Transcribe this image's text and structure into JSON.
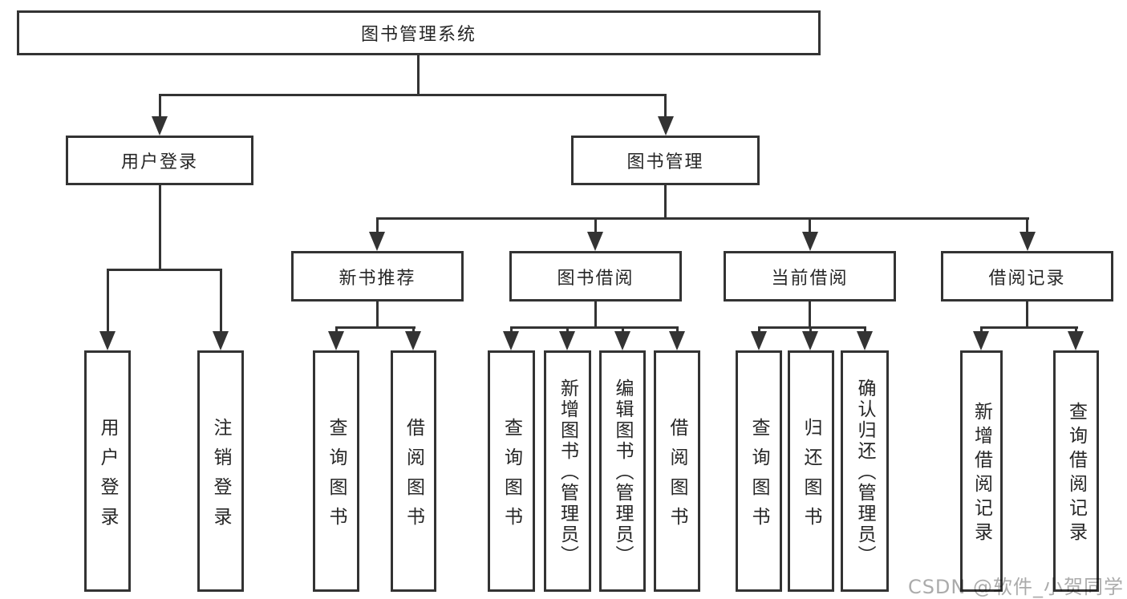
{
  "diagram": {
    "root": {
      "label": "图书管理系统"
    },
    "level2": [
      {
        "label": "用户登录"
      },
      {
        "label": "图书管理"
      }
    ],
    "level3": [
      {
        "label": "新书推荐"
      },
      {
        "label": "图书借阅"
      },
      {
        "label": "当前借阅"
      },
      {
        "label": "借阅记录"
      }
    ],
    "leaves": {
      "user_login": [
        "用户登录",
        "注销登录"
      ],
      "new_book": [
        "查询图书",
        "借阅图书"
      ],
      "book_borrow": [
        "查询图书",
        "新增图书（管理员）",
        "编辑图书（管理员）",
        "借阅图书"
      ],
      "current_borrow": [
        "查询图书",
        "归还图书",
        "确认归还（管理员）"
      ],
      "borrow_record": [
        "新增借阅记录",
        "查询借阅记录"
      ]
    }
  },
  "watermark": {
    "text": "CSDN @软件_小贺同学"
  },
  "colors": {
    "line": "#333333",
    "text": "#262626",
    "background": "#ffffff",
    "watermark": "#969696"
  }
}
